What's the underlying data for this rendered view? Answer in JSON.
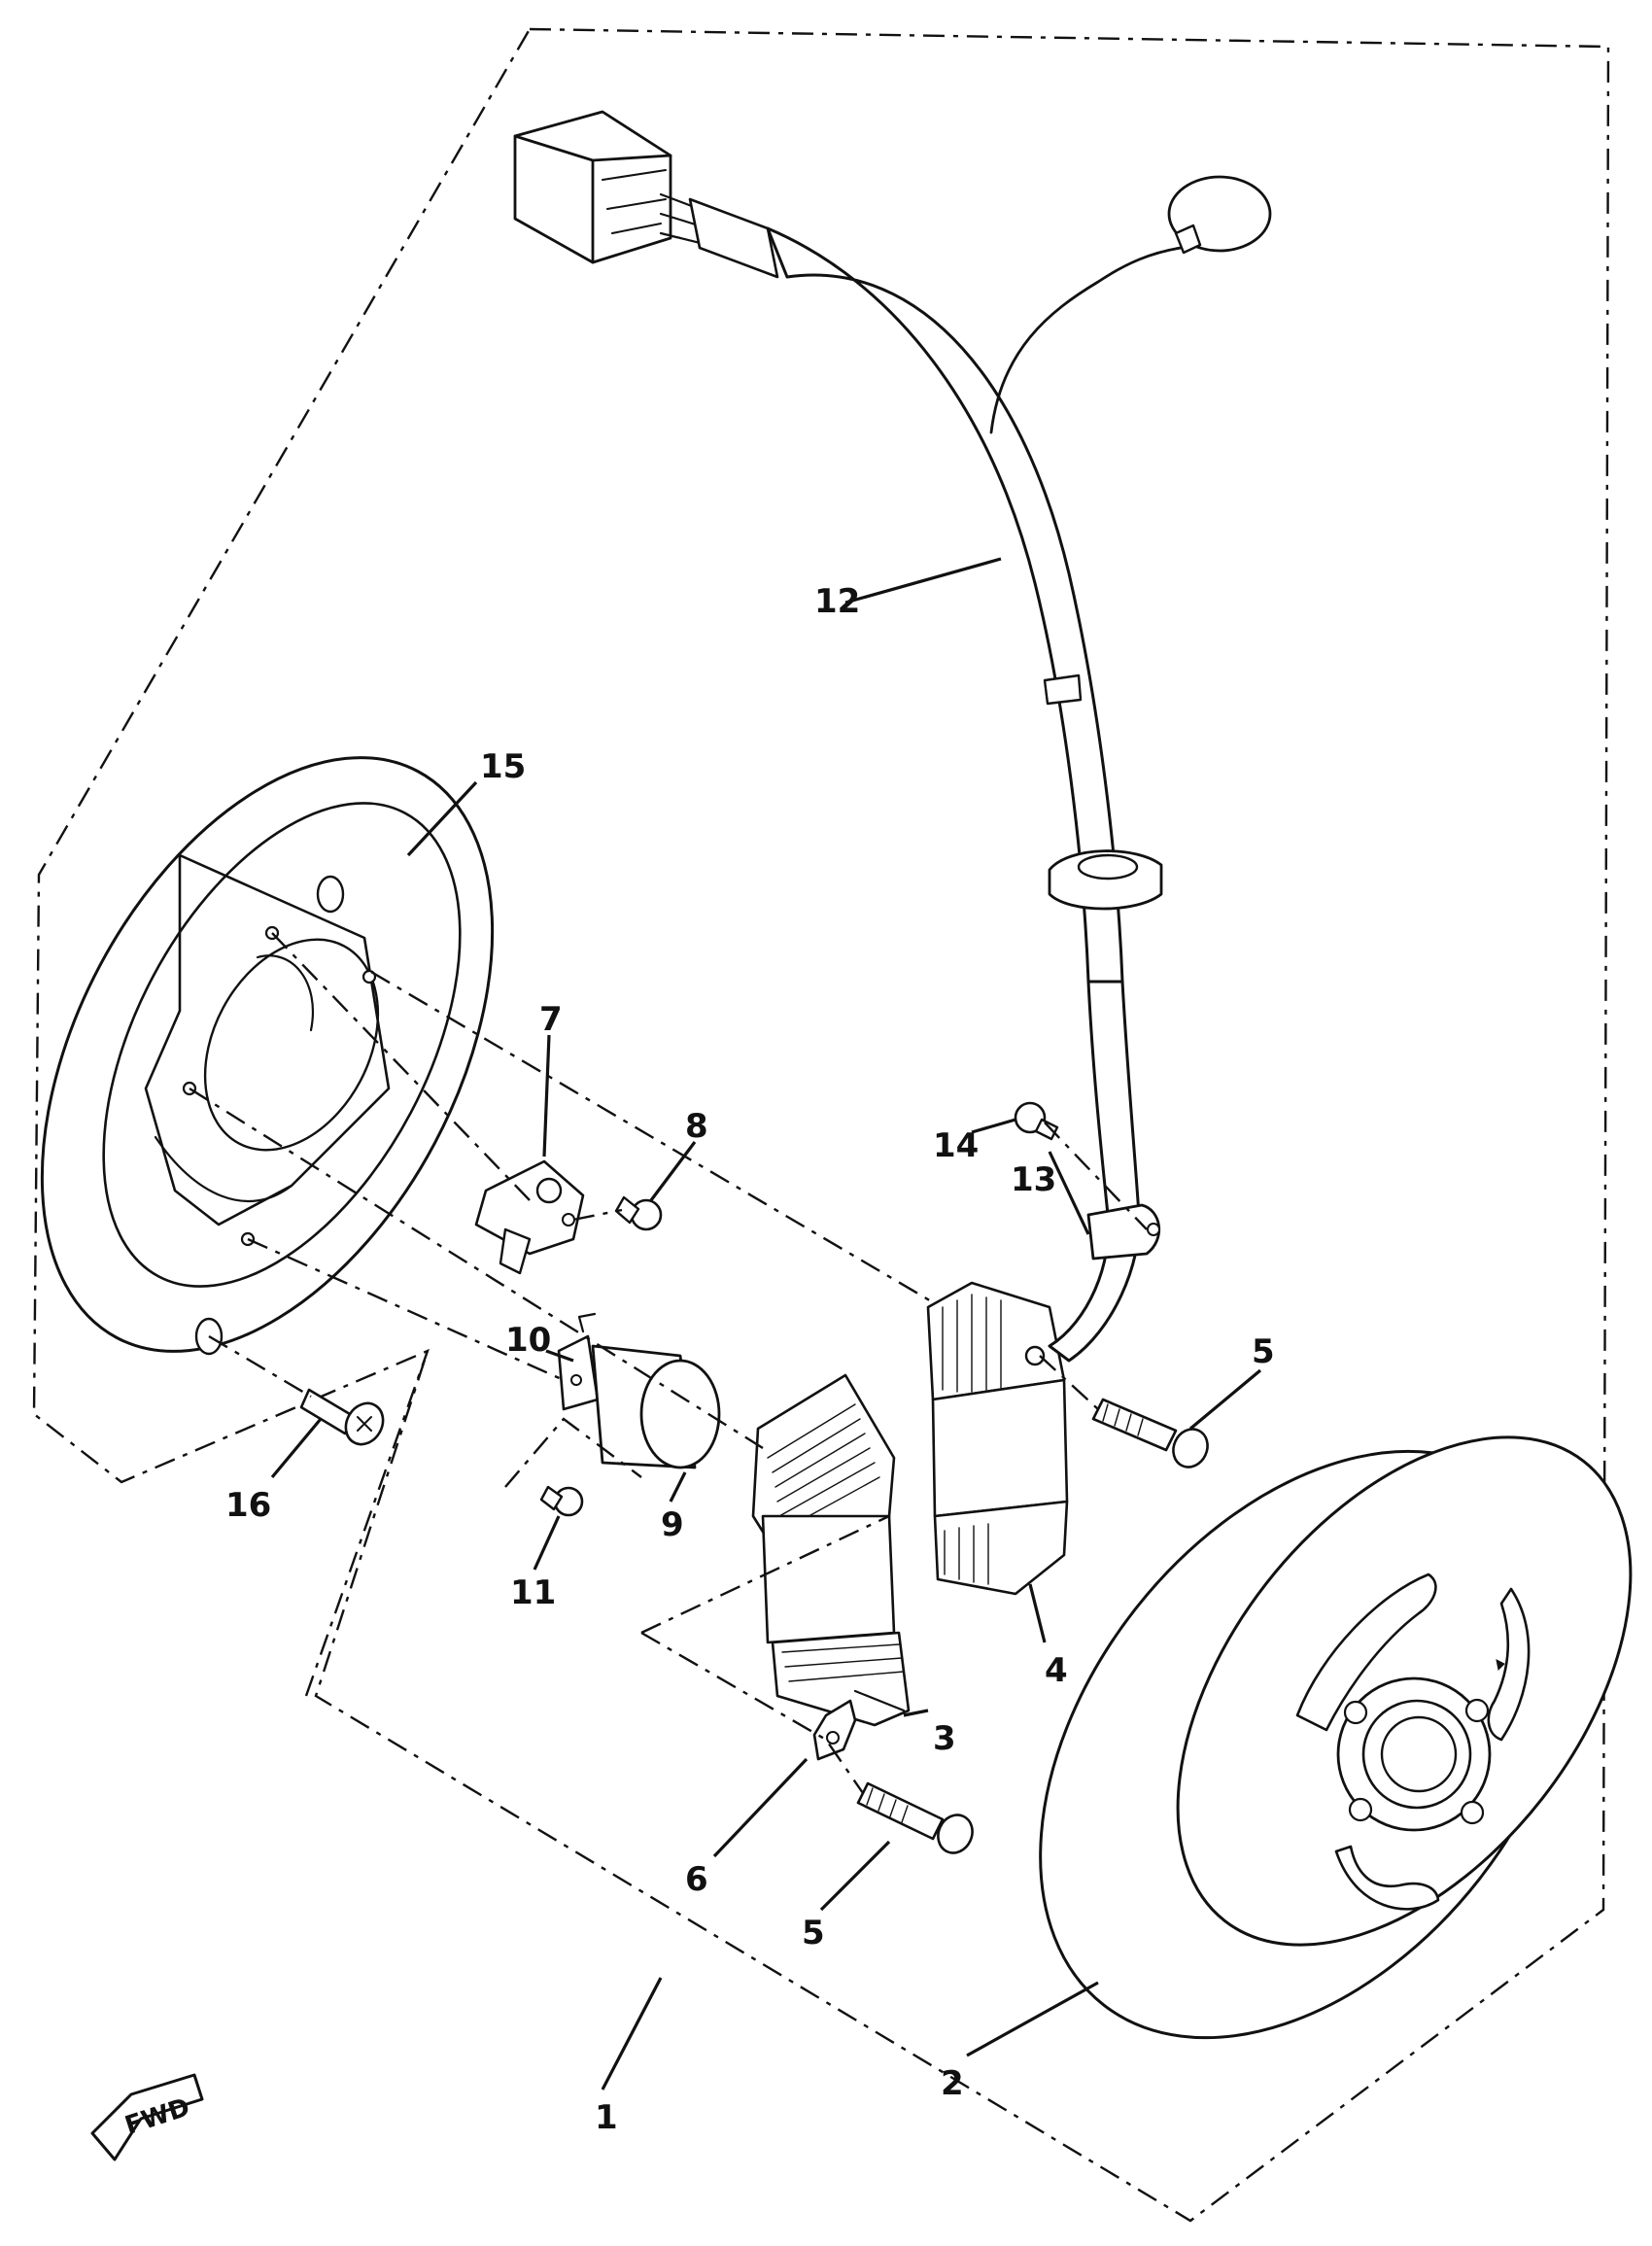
{
  "diagram": {
    "colors": {
      "ink": "#111111",
      "paper": "#ffffff"
    },
    "callouts": {
      "c1": "1",
      "c2": "2",
      "c3": "3",
      "c4": "4",
      "c5a": "5",
      "c5b": "5",
      "c6": "6",
      "c7": "7",
      "c8": "8",
      "c9": "9",
      "c10": "10",
      "c11": "11",
      "c12": "12",
      "c13": "13",
      "c14": "14",
      "c15": "15",
      "c16": "16"
    },
    "direction_label": "FWD"
  }
}
